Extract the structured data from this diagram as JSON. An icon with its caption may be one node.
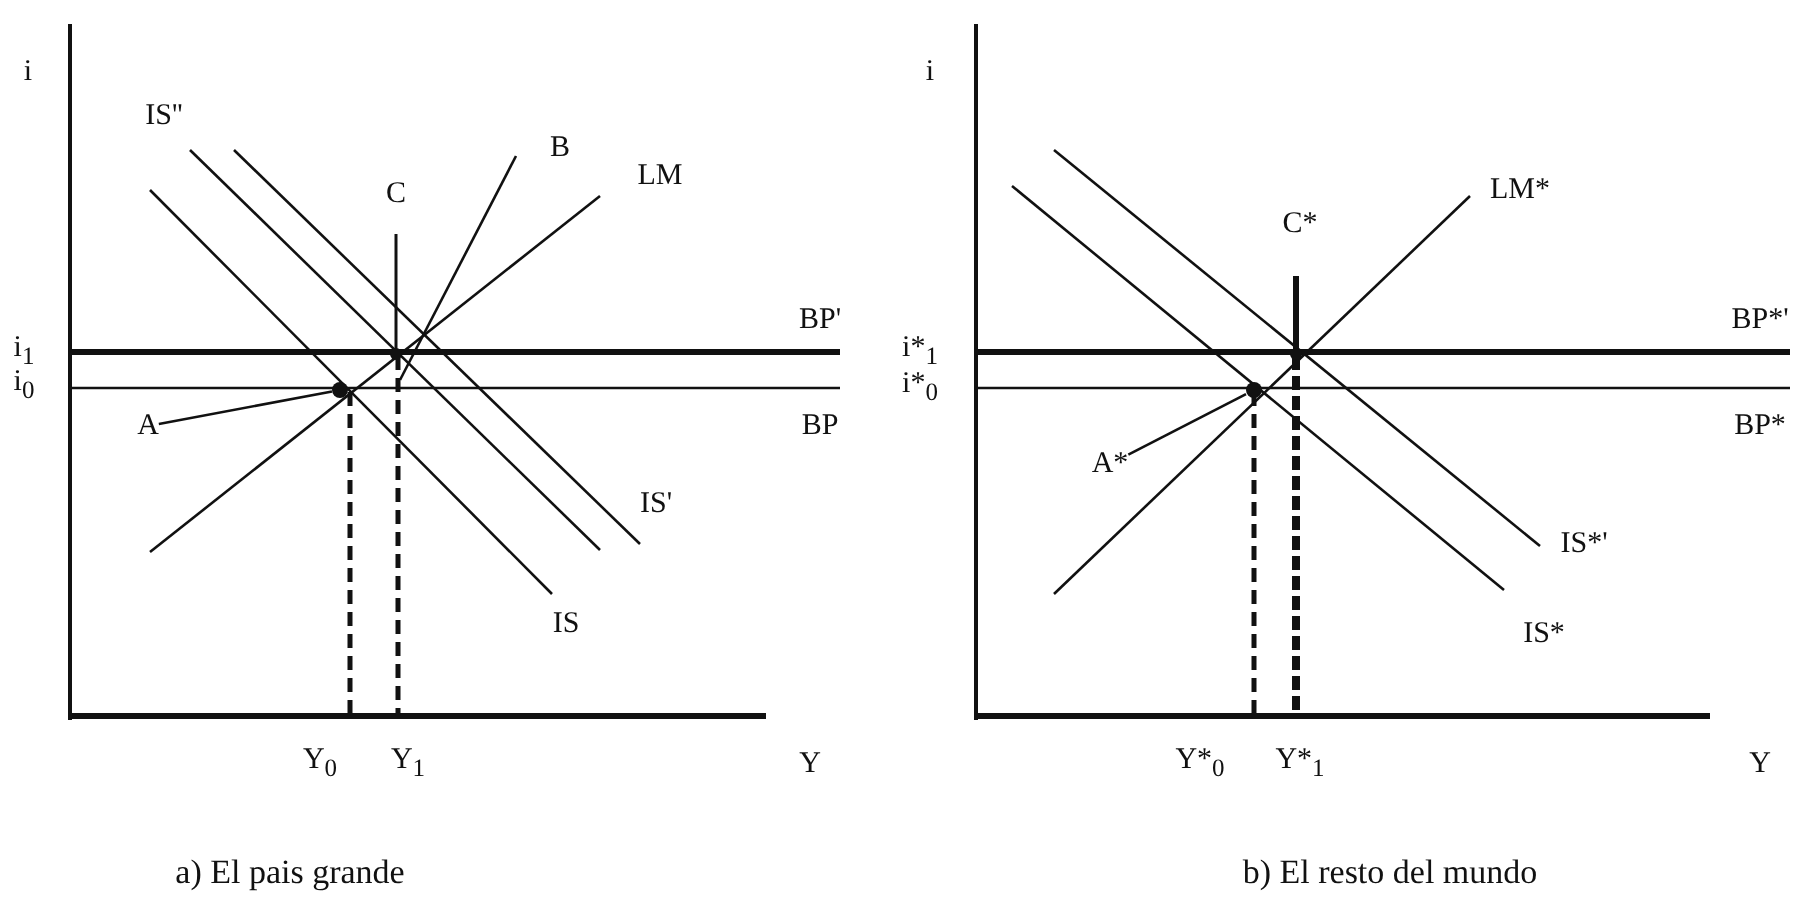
{
  "diagram": {
    "nodes": [
      {
        "text": [
          "A"
        ]
      },
      {
        "text": [],
        "shape": "circle"
      },
      {
        "text": [
          "A*"
        ]
      },
      {
        "text": [],
        "shape": "circle"
      }
    ],
    "edges": [
      {
        "from": 0,
        "to": 1,
        "arrow": "none"
      },
      {
        "from": 2,
        "to": 3,
        "arrow": "none"
      }
    ],
    "labels": [
      "i",
      "IS''",
      "B",
      "C",
      "LM",
      "BP'",
      "i$_{1}$",
      "i$_{0}$",
      "BP",
      "IS'",
      "IS",
      "Y$_{0}$",
      "Y$_{1}$",
      "Y",
      "i",
      "LM*",
      "C*",
      "BP*'",
      "i*$_{1}$",
      "i*$_{0}$",
      "BP*",
      "IS*'",
      "IS*",
      "Y*$_{0}$",
      "Y*$_{1}$",
      "Y",
      "a) El pais grande",
      "b) El resto del mundo"
    ]
  }
}
